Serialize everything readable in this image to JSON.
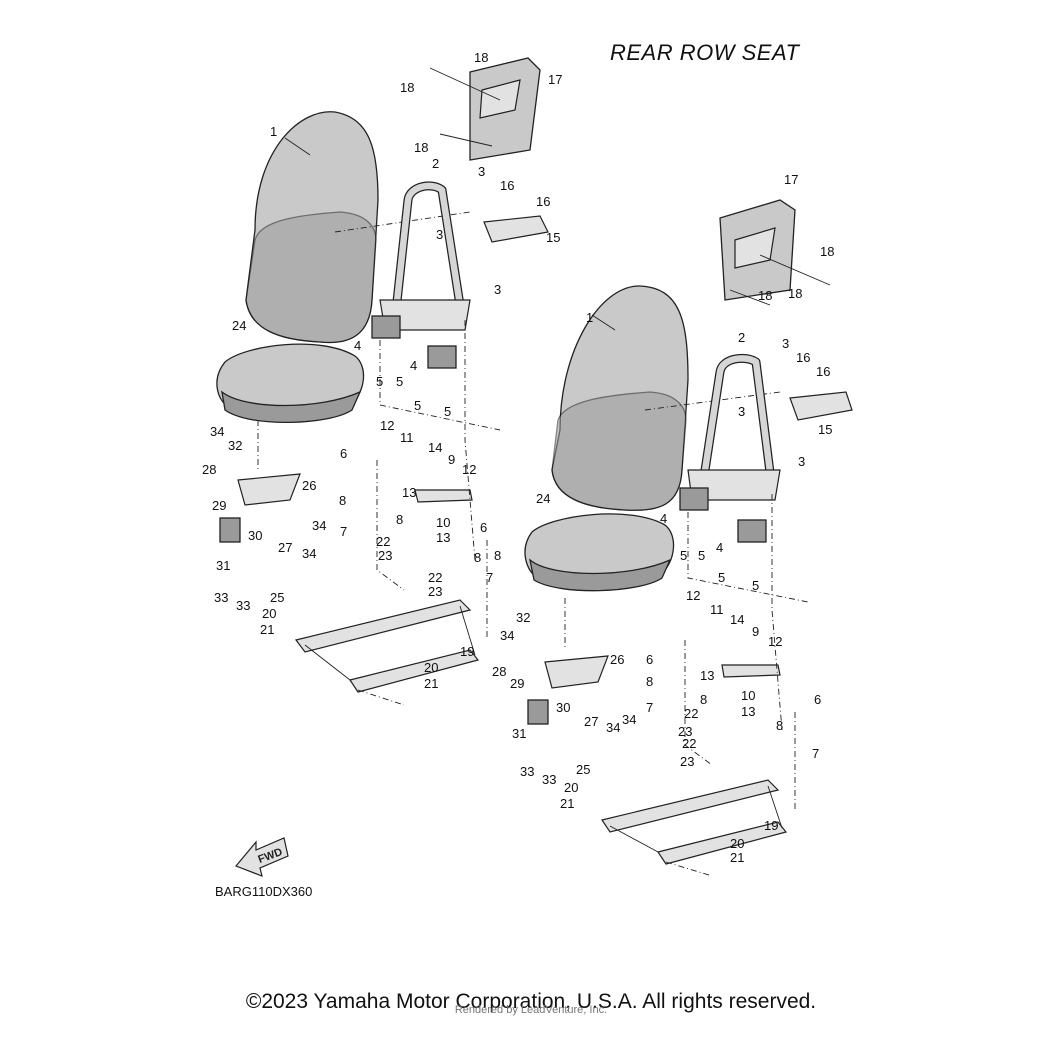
{
  "title": "REAR ROW SEAT",
  "diagram_code": "BARG110DX360",
  "copyright": "©2023 Yamaha Motor Corporation, U.S.A. All rights reserved.",
  "rendered_by": "Rendered by LeadVenture, Inc.",
  "fwd_label": "FWD",
  "callouts_left": [
    "18",
    "18",
    "17",
    "18",
    "1",
    "2",
    "3",
    "16",
    "16",
    "15",
    "3",
    "3",
    "24",
    "4",
    "5",
    "5",
    "4",
    "5",
    "5",
    "34",
    "32",
    "28",
    "12",
    "11",
    "14",
    "9",
    "12",
    "6",
    "26",
    "29",
    "8",
    "8",
    "13",
    "10",
    "13",
    "6",
    "34",
    "27",
    "34",
    "7",
    "8",
    "8",
    "30",
    "22",
    "23",
    "31",
    "22",
    "23",
    "7",
    "25",
    "33",
    "33",
    "20",
    "21",
    "19",
    "20",
    "21"
  ],
  "callouts_right": [
    "17",
    "18",
    "18",
    "18",
    "1",
    "2",
    "3",
    "16",
    "16",
    "3",
    "3",
    "15",
    "24",
    "4",
    "5",
    "5",
    "4",
    "5",
    "5",
    "32",
    "34",
    "26",
    "12",
    "11",
    "14",
    "9",
    "12",
    "28",
    "29",
    "6",
    "8",
    "13",
    "8",
    "10",
    "13",
    "6",
    "34",
    "27",
    "34",
    "7",
    "8",
    "30",
    "22",
    "23",
    "31",
    "22",
    "23",
    "7",
    "25",
    "33",
    "33",
    "20",
    "21",
    "19",
    "20",
    "21"
  ]
}
